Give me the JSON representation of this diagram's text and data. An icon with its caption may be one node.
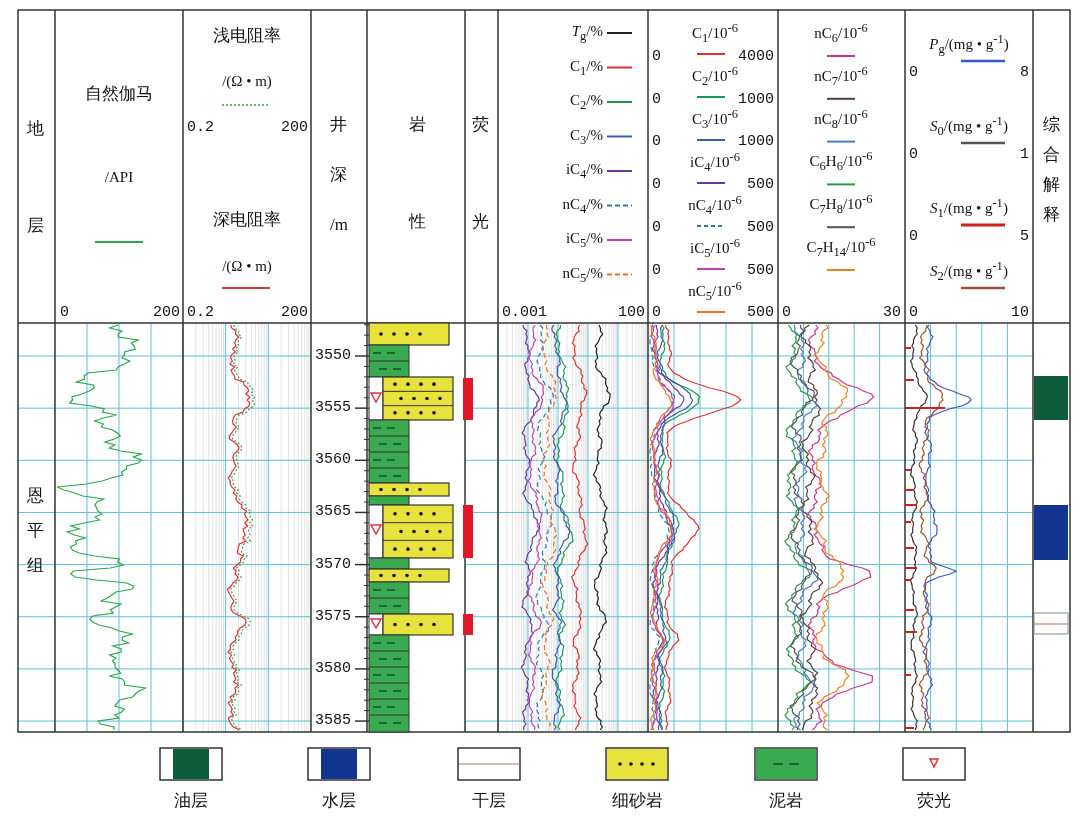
{
  "diagram": {
    "labels": [
      "地层",
      "自然伽马",
      "/API",
      "0",
      "200",
      "浅电阻率",
      "/(Ω • m)",
      "0.2",
      "200",
      "深电阻率",
      "/(Ω • m)",
      "0.2",
      "200",
      "井深/m",
      "岩性",
      "荧光",
      "*T*$_{g}$/%",
      "C$_{1}$/%",
      "C$_{2}$/%",
      "C$_{3}$/%",
      "iC$_{4}$/%",
      "nC$_{4}$/%",
      "iC$_{5}$/%",
      "nC$_{5}$/%",
      "0.001",
      "100",
      "C$_{1}$/10$^{-6}$",
      "0",
      "4000",
      "C$_{2}$/10$^{-6}$",
      "0",
      "1000",
      "C$_{3}$/10$^{-6}$",
      "0",
      "1000",
      "iC$_{4}$/10$^{-6}$",
      "0",
      "500",
      "nC$_{4}$/10$^{-6}$",
      "0",
      "500",
      "iC$_{5}$/10$^{-6}$",
      "0",
      "500",
      "nC$_{5}$/10$^{-6}$",
      "0",
      "500",
      "nC$_{6}$/10$^{-6}$",
      "nC$_{7}$/10$^{-6}$",
      "nC$_{8}$/10$^{-6}$",
      "C$_{6}$H$_{6}$/10$^{-6}$",
      "C$_{7}$H$_{8}$/10$^{-6}$",
      "C$_{7}$H$_{14}$/10$^{-6}$",
      "0",
      "30",
      "*P*$_{g}$/(mg • g$^{-1}$)",
      "0",
      "8",
      "*S*$_{0}$/(mg • g$^{-1}$)",
      "0",
      "1",
      "*S*$_{1}$/(mg • g$^{-1}$)",
      "0",
      "5",
      "*S*$_{2}$/(mg • g$^{-1}$)",
      "0",
      "10",
      "综合解释",
      "恩平组",
      "3550",
      "3555",
      "3560",
      "3565",
      "3570",
      "3575",
      "3580",
      "3585"
    ],
    "legend": [
      {
        "text": "油层",
        "color": "#0d5c3c"
      },
      {
        "text": "水层",
        "color": "#12358f"
      },
      {
        "text": "干层"
      },
      {
        "text": "细砂岩"
      },
      {
        "text": "泥岩"
      },
      {
        "text": "荧光"
      }
    ]
  }
}
